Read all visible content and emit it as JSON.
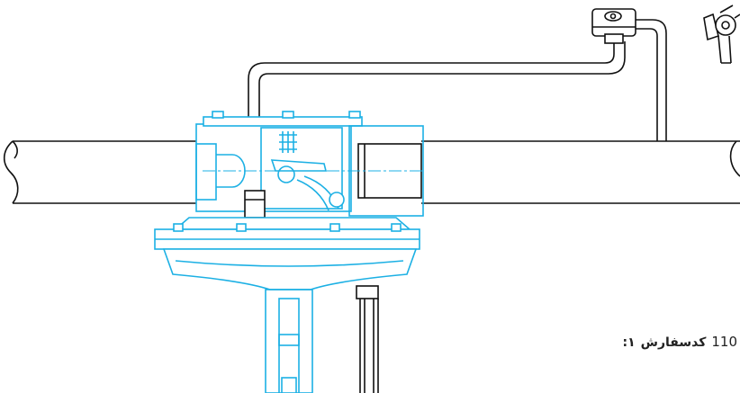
{
  "colors": {
    "drawing": "#1cb0e4",
    "outline": "#111111",
    "background": "#ffffff"
  },
  "order_code": {
    "index": "۱:",
    "label": "کدسفارش",
    "value": "110"
  }
}
